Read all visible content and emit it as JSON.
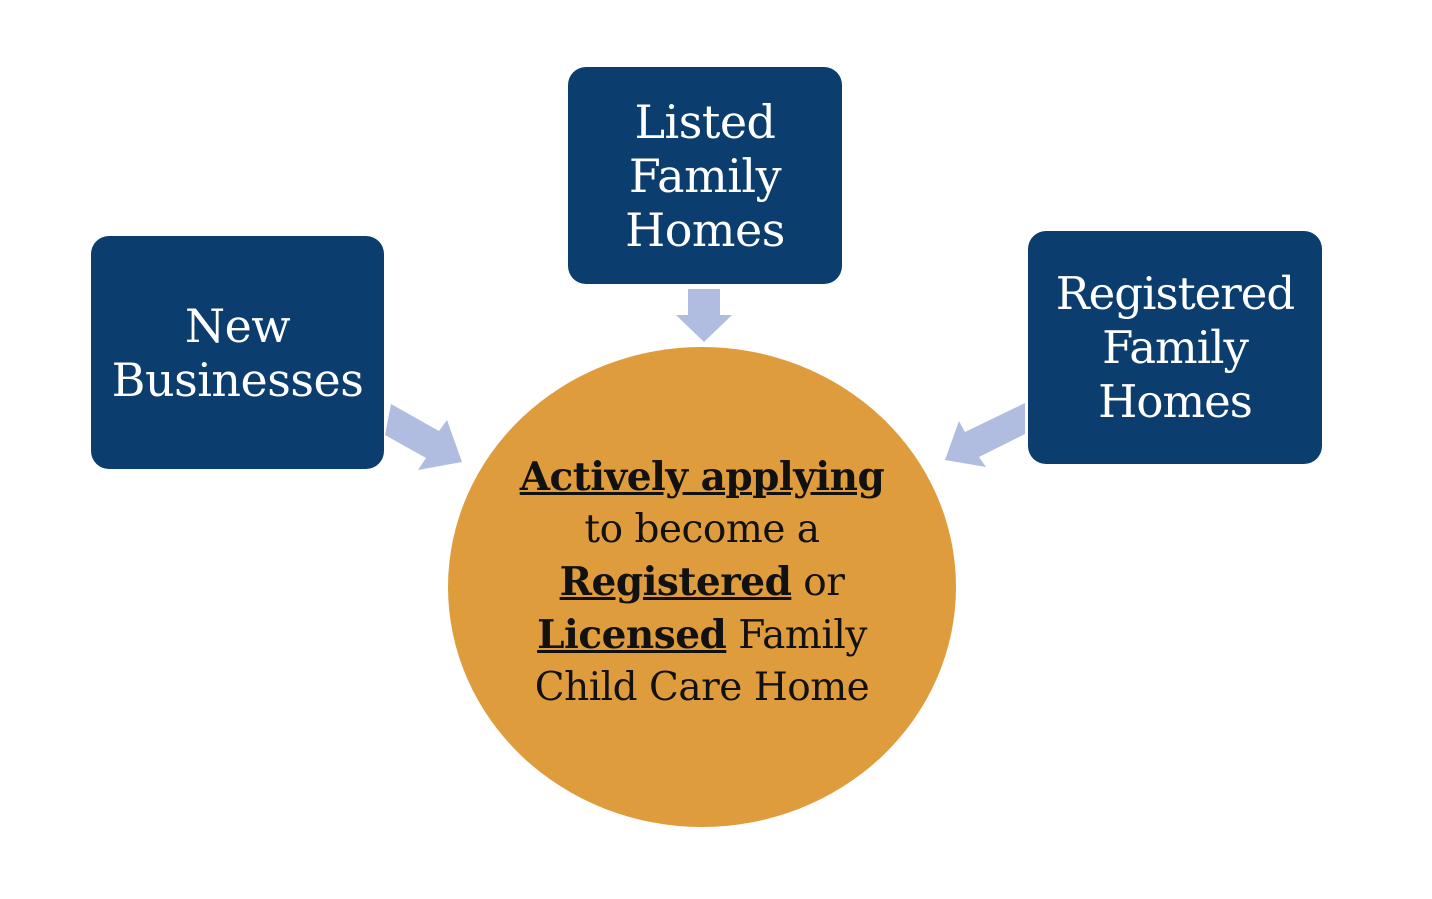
{
  "diagram": {
    "sources": [
      {
        "id": "left",
        "label_lines": [
          "New",
          "Businesses"
        ]
      },
      {
        "id": "top",
        "label_lines": [
          "Listed",
          "Family",
          "Homes"
        ]
      },
      {
        "id": "right",
        "label_lines": [
          "Registered",
          "Family",
          "Homes"
        ]
      }
    ],
    "target": {
      "parts": [
        {
          "text": "Actively applying ",
          "emphasis": true
        },
        {
          "text": "to become a ",
          "emphasis": false
        },
        {
          "text": "Registered",
          "emphasis": true
        },
        {
          "text": " or ",
          "emphasis": false
        },
        {
          "text": "Licensed",
          "emphasis": true
        },
        {
          "text": " Family Child Care Home",
          "emphasis": false
        }
      ]
    },
    "colors": {
      "box": "#0b3d6e",
      "box_text": "#ffffff",
      "circle": "#df9c3d",
      "circle_text": "#111111",
      "arrow": "#b0bde0"
    }
  }
}
